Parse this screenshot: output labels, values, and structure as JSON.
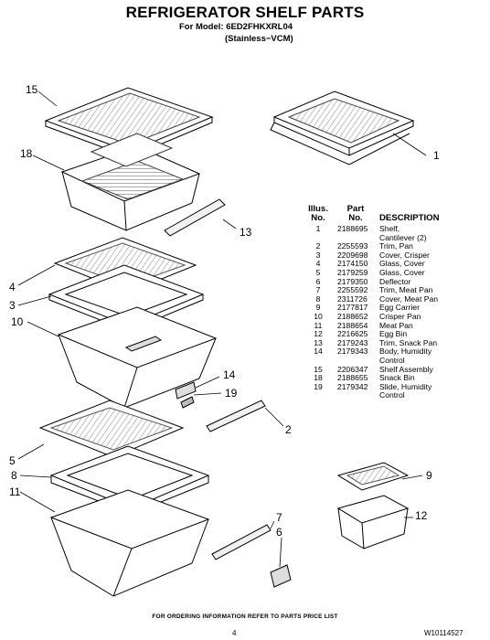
{
  "header": {
    "title": "REFRIGERATOR SHELF PARTS",
    "model_line": "For Model: 6ED2FHKXRL04",
    "variant": "(Stainless−VCM)"
  },
  "callouts": [
    "15",
    "18",
    "13",
    "1",
    "4",
    "3",
    "10",
    "14",
    "19",
    "2",
    "5",
    "8",
    "11",
    "7",
    "6",
    "9",
    "12"
  ],
  "table": {
    "headers": {
      "illus_top": "Illus.",
      "illus_bottom": "No.",
      "part_top": "Part",
      "part_bottom": "No.",
      "description": "DESCRIPTION"
    },
    "rows": [
      {
        "illus": "1",
        "part": "2188695",
        "desc": "Shelf,"
      },
      {
        "illus": "",
        "part": "",
        "desc": "Cantilever (2)"
      },
      {
        "illus": "2",
        "part": "2255593",
        "desc": "Trim, Pan"
      },
      {
        "illus": "3",
        "part": "2209698",
        "desc": "Cover, Crisper"
      },
      {
        "illus": "4",
        "part": "2174150",
        "desc": "Glass, Cover"
      },
      {
        "illus": "5",
        "part": "2179259",
        "desc": "Glass, Cover"
      },
      {
        "illus": "6",
        "part": "2179350",
        "desc": "Deflector"
      },
      {
        "illus": "7",
        "part": "2255592",
        "desc": "Trim, Meat Pan"
      },
      {
        "illus": "8",
        "part": "2311726",
        "desc": "Cover, Meat Pan"
      },
      {
        "illus": "9",
        "part": "2177817",
        "desc": "Egg Carrier"
      },
      {
        "illus": "10",
        "part": "2188652",
        "desc": "Crisper Pan"
      },
      {
        "illus": "11",
        "part": "2188654",
        "desc": "Meat Pan"
      },
      {
        "illus": "12",
        "part": "2216625",
        "desc": "Egg Bin"
      },
      {
        "illus": "13",
        "part": "2179243",
        "desc": "Trim, Snack Pan"
      },
      {
        "illus": "14",
        "part": "2179343",
        "desc": "Body, Humidity"
      },
      {
        "illus": "",
        "part": "",
        "desc": "Control"
      },
      {
        "illus": "15",
        "part": "2206347",
        "desc": "Shelf Assembly"
      },
      {
        "illus": "18",
        "part": "2188655",
        "desc": "Snack Bin"
      },
      {
        "illus": "19",
        "part": "2179342",
        "desc": "Slide, Humidity"
      },
      {
        "illus": "",
        "part": "",
        "desc": "Control"
      }
    ]
  },
  "footer": {
    "ordering_note": "FOR ORDERING INFORMATION REFER TO PARTS PRICE LIST",
    "page_number": "4",
    "doc_number": "W10114527"
  }
}
